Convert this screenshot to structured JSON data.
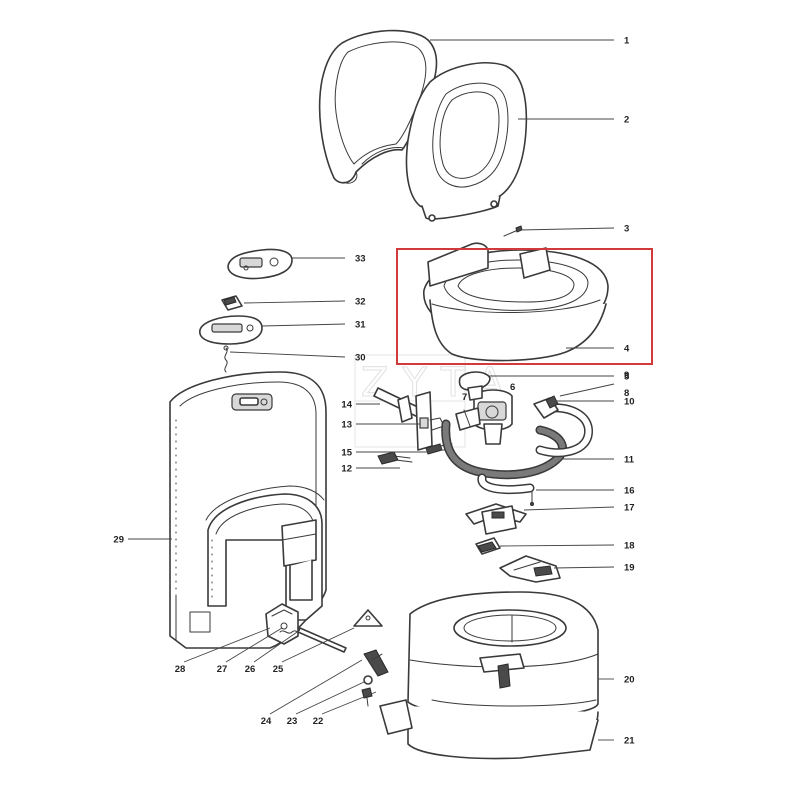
{
  "watermark": "ZYTA",
  "highlight_color": "#d23a3a",
  "line_color": "#3a3a3a",
  "callouts": [
    {
      "id": "1",
      "part": "seat-lid"
    },
    {
      "id": "2",
      "part": "toilet-seat"
    },
    {
      "id": "3",
      "part": "screw"
    },
    {
      "id": "4",
      "part": "toilet-bowl"
    },
    {
      "id": "5",
      "part": "valve-knob"
    },
    {
      "id": "6",
      "part": "water-valve"
    },
    {
      "id": "7",
      "part": "valve-fitting"
    },
    {
      "id": "8",
      "part": "hose-clip"
    },
    {
      "id": "9",
      "part": "nozzle-clip"
    },
    {
      "id": "10",
      "part": "flush-nozzle"
    },
    {
      "id": "11",
      "part": "water-hose"
    },
    {
      "id": "12",
      "part": "wire-connector"
    },
    {
      "id": "13",
      "part": "pump-bracket"
    },
    {
      "id": "14",
      "part": "inlet-pipe"
    },
    {
      "id": "15",
      "part": "cable-plug"
    },
    {
      "id": "16",
      "part": "small-screw"
    },
    {
      "id": "17",
      "part": "upper-bracket"
    },
    {
      "id": "18",
      "part": "sliding-block"
    },
    {
      "id": "19",
      "part": "lower-bracket"
    },
    {
      "id": "20",
      "part": "waste-tank"
    },
    {
      "id": "21",
      "part": "tank-base"
    },
    {
      "id": "22",
      "part": "lever-pin"
    },
    {
      "id": "23",
      "part": "washer"
    },
    {
      "id": "24",
      "part": "lever-screw"
    },
    {
      "id": "25",
      "part": "blade-lever"
    },
    {
      "id": "26",
      "part": "lever-rod"
    },
    {
      "id": "27",
      "part": "lever-spring"
    },
    {
      "id": "28",
      "part": "lever-bracket"
    },
    {
      "id": "29",
      "part": "toilet-housing"
    },
    {
      "id": "30",
      "part": "indicator-spring"
    },
    {
      "id": "31",
      "part": "level-indicator"
    },
    {
      "id": "32",
      "part": "indicator-lens"
    },
    {
      "id": "33",
      "part": "control-panel"
    }
  ]
}
